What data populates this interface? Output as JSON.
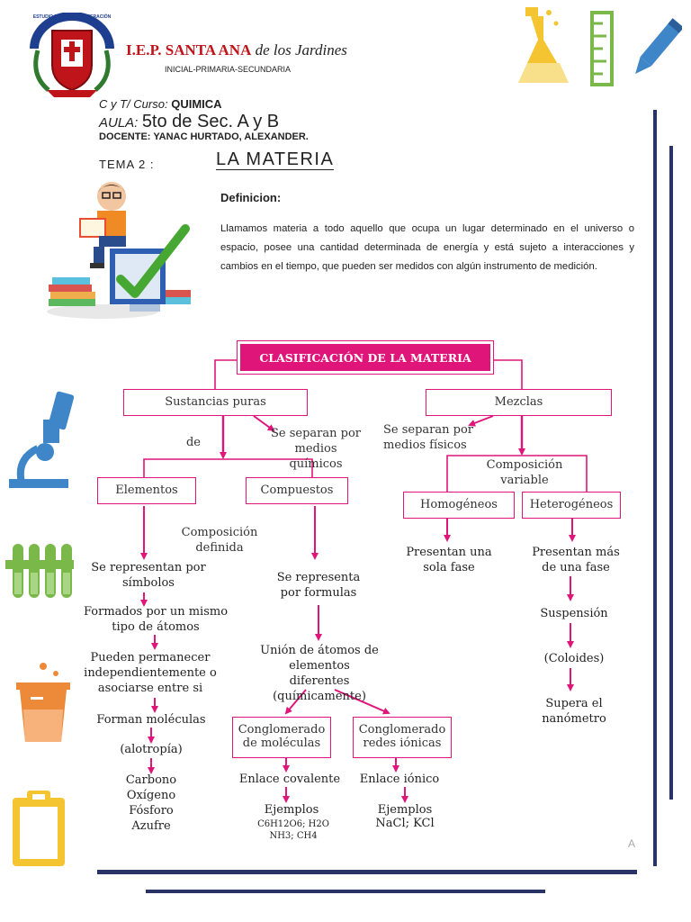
{
  "header": {
    "school_name": "I.E.P. SANTA ANA",
    "school_suffix": "de los Jardines",
    "levels": "INICIAL-PRIMARIA-SECUNDARIA",
    "crest_top_text": "ESTUDIO  DISCIPLINA  SUPERACIÓN"
  },
  "course": {
    "course_label": "C y T/ Curso:",
    "course_value": "QUIMICA",
    "aula_label": "AULA:",
    "aula_value": "5to de Sec. A y B",
    "docente_label": "DOCENTE:",
    "docente_value": "YANAC HURTADO, ALEXANDER."
  },
  "topic": {
    "tema_label": "TEMA 2 :",
    "tema_title": "LA MATERIA"
  },
  "definition": {
    "heading": "Definicion:",
    "text": "Llamamos materia a todo aquello que ocupa un lugar determinado en el universo o espacio, posee una cantidad determinada de energía y está sujeto a interacciones y cambios en el tiempo, que pueden ser medidos con algún instrumento  de medición."
  },
  "diagram": {
    "title": "CLASIFICACIÓN DE LA MATERIA",
    "puras": "Sustancias puras",
    "mezclas": "Mezclas",
    "de": "de",
    "sep_quimicos": "Se separan por medios químicos",
    "sep_fisicos": "Se separan por medios físicos",
    "composicion_variable": "Composición variable",
    "elementos": "Elementos",
    "compuestos": "Compuestos",
    "homogeneos": "Homogéneos",
    "heterogeneos": "Heterogéneos",
    "composicion_definida": "Composición definida",
    "representan_simbolos": "Se representan por símbolos",
    "formados": "Formados por un mismo tipo de átomos",
    "pueden": "Pueden permanecer independientemente o asociarse entre si",
    "forman": "Forman moléculas",
    "alotropia": "(alotropía)",
    "ejemplos_elementos": "Carbono Oxígeno Fósforo Azufre",
    "representa_formulas": "Se representa por formulas",
    "union": "Unión de átomos de elementos diferentes (químicamente)",
    "cong_moleculas": "Conglomerado de moléculas",
    "cong_ionicas": "Conglomerado redes iónicas",
    "enlace_covalente": "Enlace covalente",
    "enlace_ionico": "Enlace iónico",
    "ejemplos1": "Ejemplos",
    "ejemplos1_values": "C6H12O6; H2O NH3; CH4",
    "ejemplos2": "Ejemplos",
    "ejemplos2_values": "NaCl; KCl",
    "una_fase": "Presentan una sola fase",
    "mas_fase": "Presentan más de una fase",
    "suspension": "Suspensión",
    "coloides": "(Coloides)",
    "supera": "Supera el nanómetro"
  },
  "footer_mark": "A",
  "colors": {
    "accent_pink": "#e0157a",
    "school_red": "#c0141b",
    "border_navy": "#2a3366",
    "icon_blue": "#3f86c8",
    "icon_green": "#7ab84a",
    "icon_orange": "#ec8a3a",
    "icon_yellow": "#f4c531"
  }
}
